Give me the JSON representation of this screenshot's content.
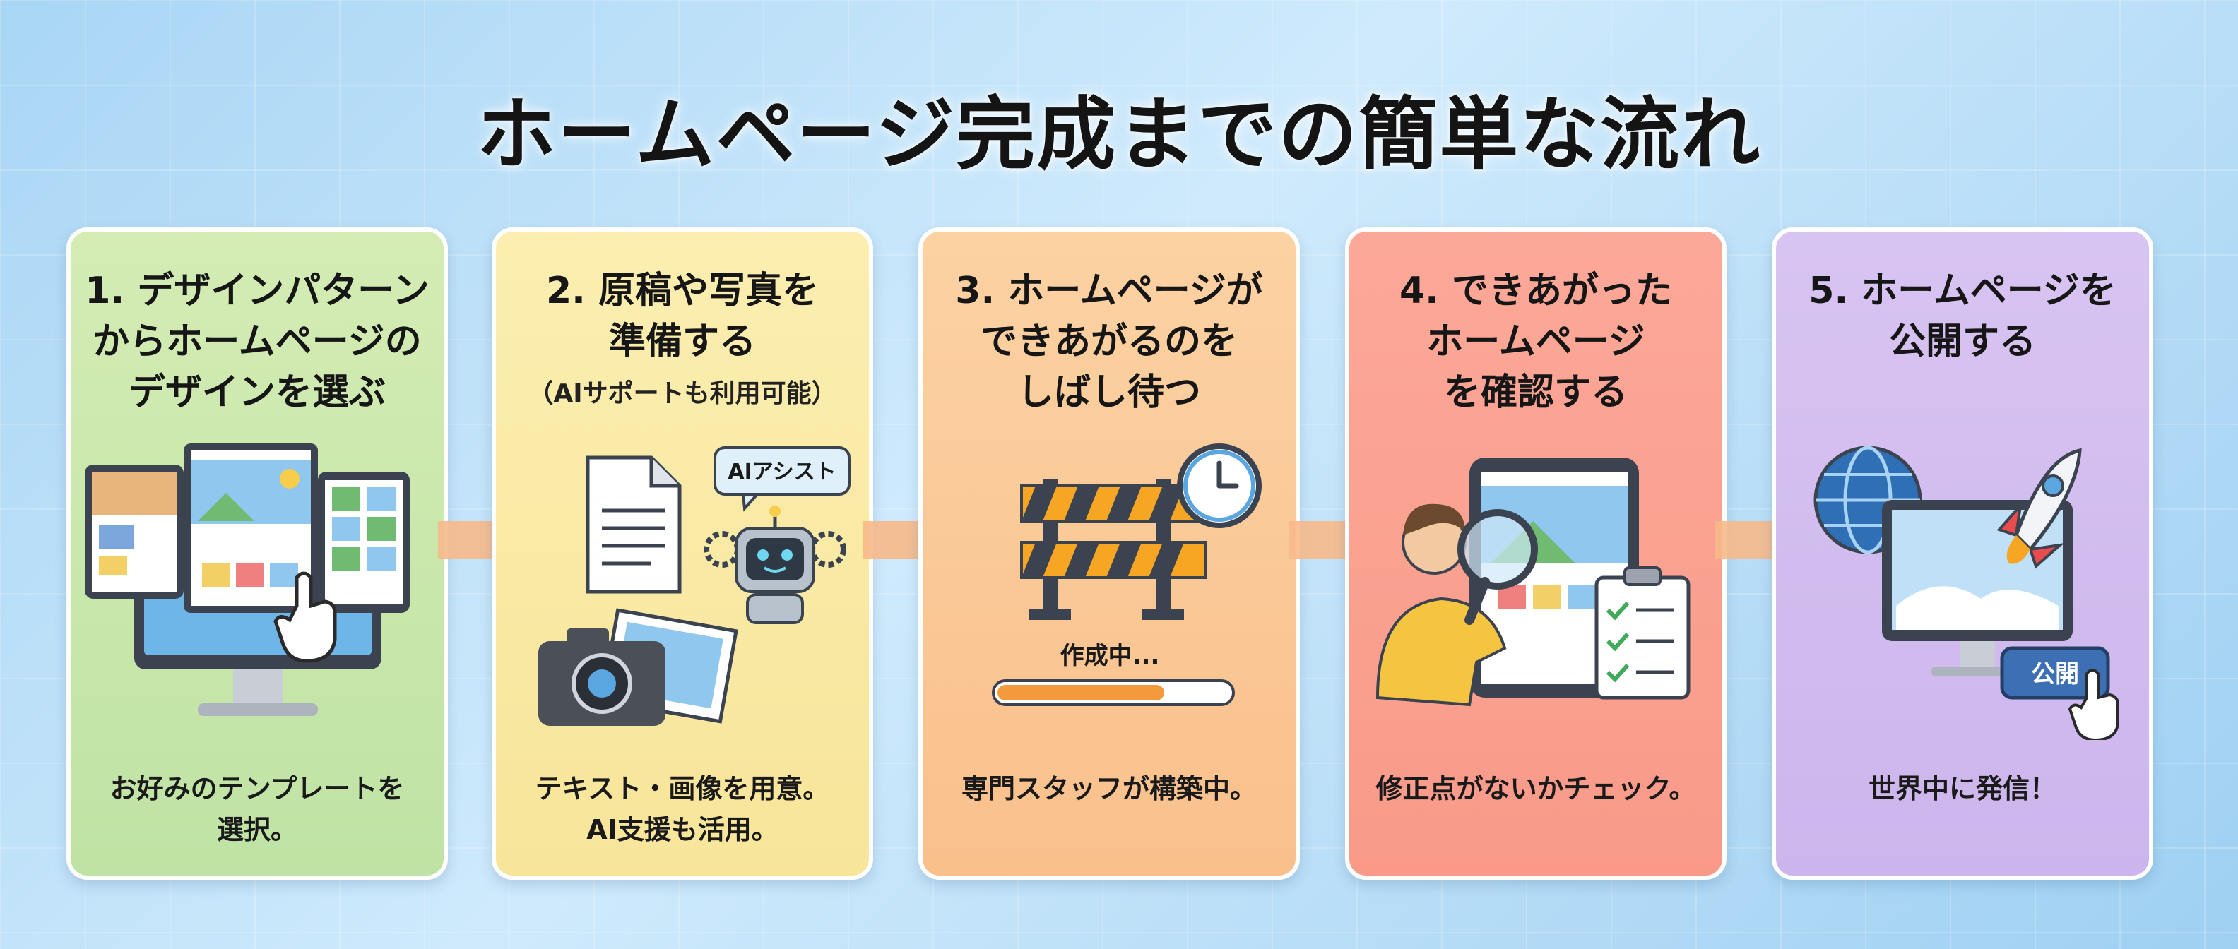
{
  "title": "ホームページ完成までの簡単な流れ",
  "steps": [
    {
      "heading": "1. デザインパターン\nからホームページの\nデザインを選ぶ",
      "description": "お好みのテンプレートを\n選択。"
    },
    {
      "heading": "2. 原稿や写真を\n準備する",
      "subheading": "（AIサポートも利用可能）",
      "bubble": "AIアシスト",
      "description": "テキスト・画像を用意。\nAI支援も活用。"
    },
    {
      "heading": "3. ホームページが\nできあがるのを\nしばし待つ",
      "progress_label": "作成中...",
      "progress": 0.72,
      "description": "専門スタッフが構築中。"
    },
    {
      "heading": "4. できあがった\nホームページ\nを確認する",
      "description": "修正点がないかチェック。"
    },
    {
      "heading": "5. ホームページを\n公開する",
      "publish_button": "公開",
      "description": "世界中に発信！"
    }
  ],
  "colors": {
    "step1": "#c9e8ad",
    "step2": "#f9e9a4",
    "step3": "#fac796",
    "step4": "#fba190",
    "step5": "#d1bcef",
    "arrow": "#f7b98a"
  },
  "icons": {
    "step1": [
      "monitor-icon",
      "tablet-icon",
      "phone-icon",
      "pointer-hand-icon"
    ],
    "step2": [
      "document-icon",
      "robot-icon",
      "gear-icon",
      "camera-icon",
      "photo-icon"
    ],
    "step3": [
      "barricade-icon",
      "clock-icon",
      "progress-bar"
    ],
    "step4": [
      "person-icon",
      "tablet-icon",
      "magnifier-icon",
      "checklist-icon"
    ],
    "step5": [
      "globe-icon",
      "rocket-icon",
      "monitor-icon",
      "pointer-hand-icon"
    ]
  }
}
